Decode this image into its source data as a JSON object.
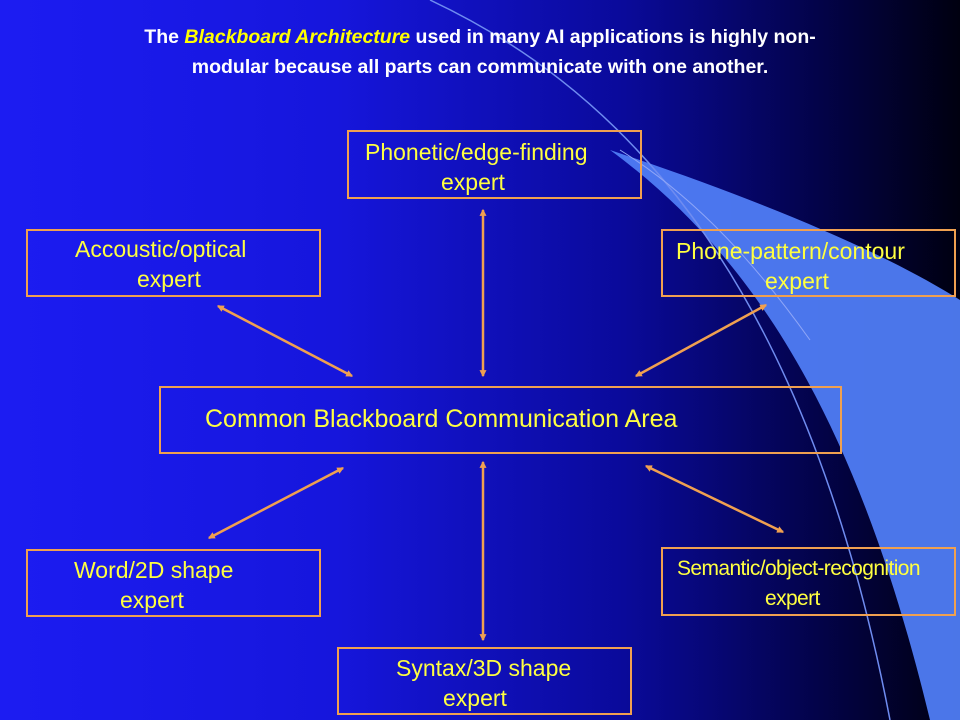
{
  "slide": {
    "title_prefix": "The ",
    "title_emphasis": "Blackboard Architecture",
    "title_line1_suffix": " used in many AI applications is highly non-",
    "title_line2": "modular because all parts can communicate with one another."
  },
  "diagram": {
    "nodes": {
      "phonetic": {
        "line1": "Phonetic/edge-finding",
        "line2": "expert"
      },
      "acoustic": {
        "line1": "Accoustic/optical",
        "line2": "expert"
      },
      "phone_pattern": {
        "line1": "Phone-pattern/contour",
        "line2": "expert"
      },
      "center": {
        "line1": "Common Blackboard Communication Area"
      },
      "word": {
        "line1": "Word/2D shape",
        "line2": "expert"
      },
      "semantic": {
        "line1": "Semantic/object-recognition",
        "line2": "expert"
      },
      "syntax": {
        "line1": "Syntax/3D shape",
        "line2": "expert"
      }
    },
    "edges": [
      {
        "from": "center",
        "to": "phonetic",
        "direction": "both"
      },
      {
        "from": "center",
        "to": "acoustic",
        "direction": "both"
      },
      {
        "from": "center",
        "to": "phone_pattern",
        "direction": "both"
      },
      {
        "from": "center",
        "to": "word",
        "direction": "both"
      },
      {
        "from": "center",
        "to": "semantic",
        "direction": "both"
      },
      {
        "from": "center",
        "to": "syntax",
        "direction": "both"
      }
    ]
  },
  "colors": {
    "text_node": "#ffff40",
    "border_node": "#f0a050",
    "arrow": "#f0a050",
    "title": "#ffffff",
    "title_emphasis": "#ffff00"
  }
}
